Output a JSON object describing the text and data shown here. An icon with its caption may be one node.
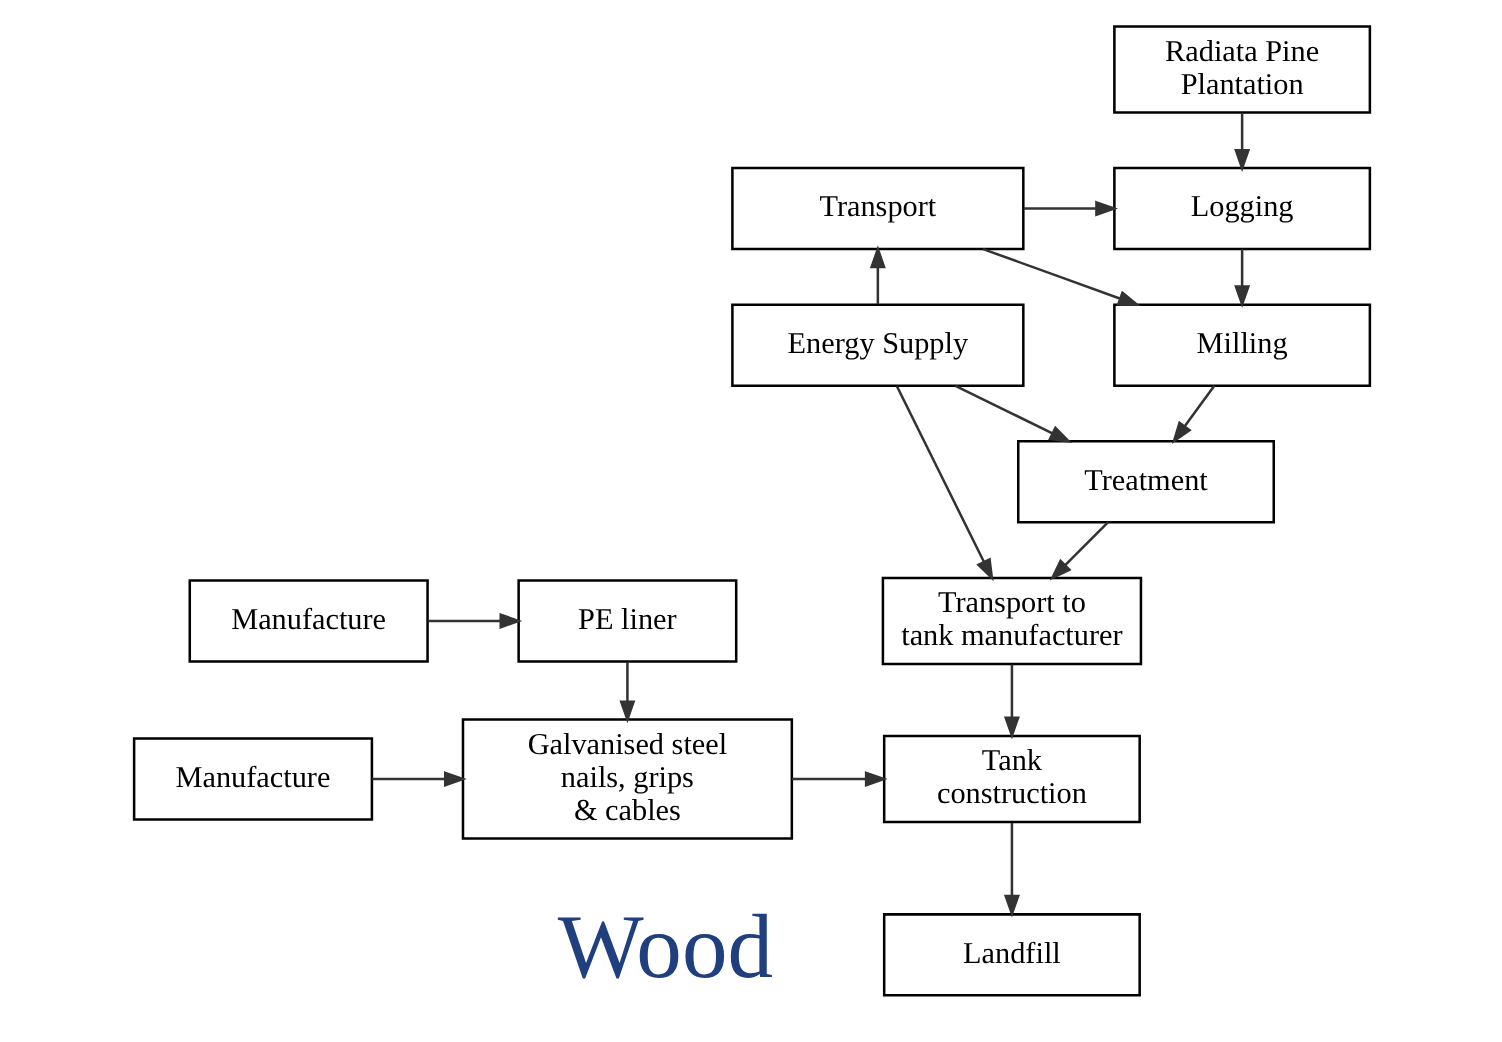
{
  "diagram": {
    "nodes": [
      {
        "text": [
          "Radiata Pine Plantation"
        ]
      },
      {
        "text": [
          "Transport"
        ]
      },
      {
        "text": [
          "Logging"
        ]
      },
      {
        "text": [
          "Energy Supply"
        ]
      },
      {
        "text": [
          "Milling"
        ]
      },
      {
        "text": [
          "Treatment"
        ]
      },
      {
        "text": [
          "Transport to tank manufacturer"
        ]
      },
      {
        "text": [
          "PE liner"
        ]
      },
      {
        "text": [
          "Manufacture"
        ]
      },
      {
        "text": [
          "Tank construction"
        ]
      },
      {
        "text": [
          "Galvanised steel nails, grips & cables"
        ]
      },
      {
        "text": [
          "Manufacture"
        ]
      },
      {
        "text": [
          "Landfill"
        ]
      }
    ],
    "edges": [
      {
        "from": 0,
        "to": 2,
        "arrow": "to"
      },
      {
        "from": 2,
        "to": 4,
        "arrow": "to"
      },
      {
        "from": 4,
        "to": 5,
        "arrow": "to"
      },
      {
        "from": 5,
        "to": 6,
        "arrow": "to"
      },
      {
        "from": 6,
        "to": 9,
        "arrow": "to"
      },
      {
        "from": 9,
        "to": 12,
        "arrow": "to"
      },
      {
        "from": 1,
        "to": 2,
        "arrow": "to"
      },
      {
        "from": 1,
        "to": 4,
        "arrow": "to"
      },
      {
        "from": 3,
        "to": 1,
        "arrow": "to"
      },
      {
        "from": 3,
        "to": 5,
        "arrow": "to"
      },
      {
        "from": 3,
        "to": 6,
        "arrow": "to"
      },
      {
        "from": 8,
        "to": 7,
        "arrow": "to"
      },
      {
        "from": 7,
        "to": 10,
        "arrow": "to"
      },
      {
        "from": 11,
        "to": 10,
        "arrow": "to"
      },
      {
        "from": 10,
        "to": 9,
        "arrow": "to"
      }
    ],
    "labels": [
      "Wood"
    ]
  }
}
